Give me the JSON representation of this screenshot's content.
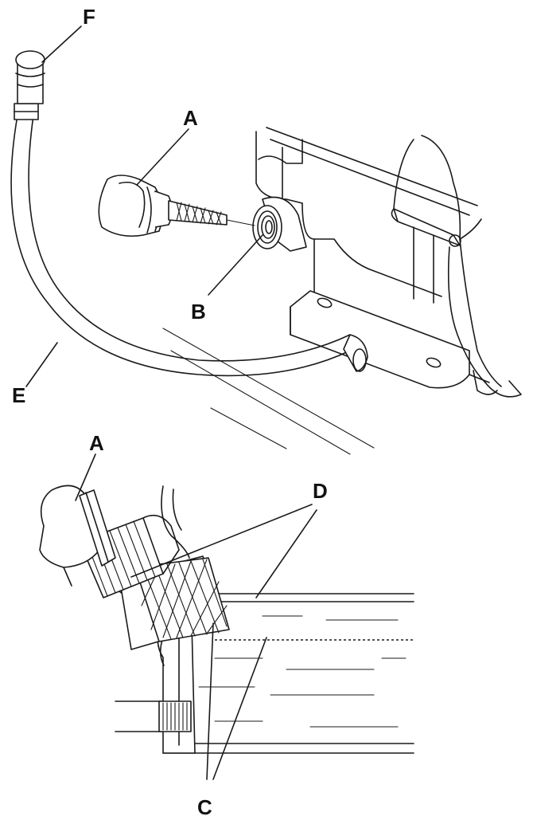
{
  "labels": {
    "f": "F",
    "a_top": "A",
    "b": "B",
    "e": "E",
    "a_bottom": "A",
    "d": "D",
    "c": "C"
  },
  "colors": {
    "ink": "#1a1a1a",
    "background": "#ffffff"
  }
}
